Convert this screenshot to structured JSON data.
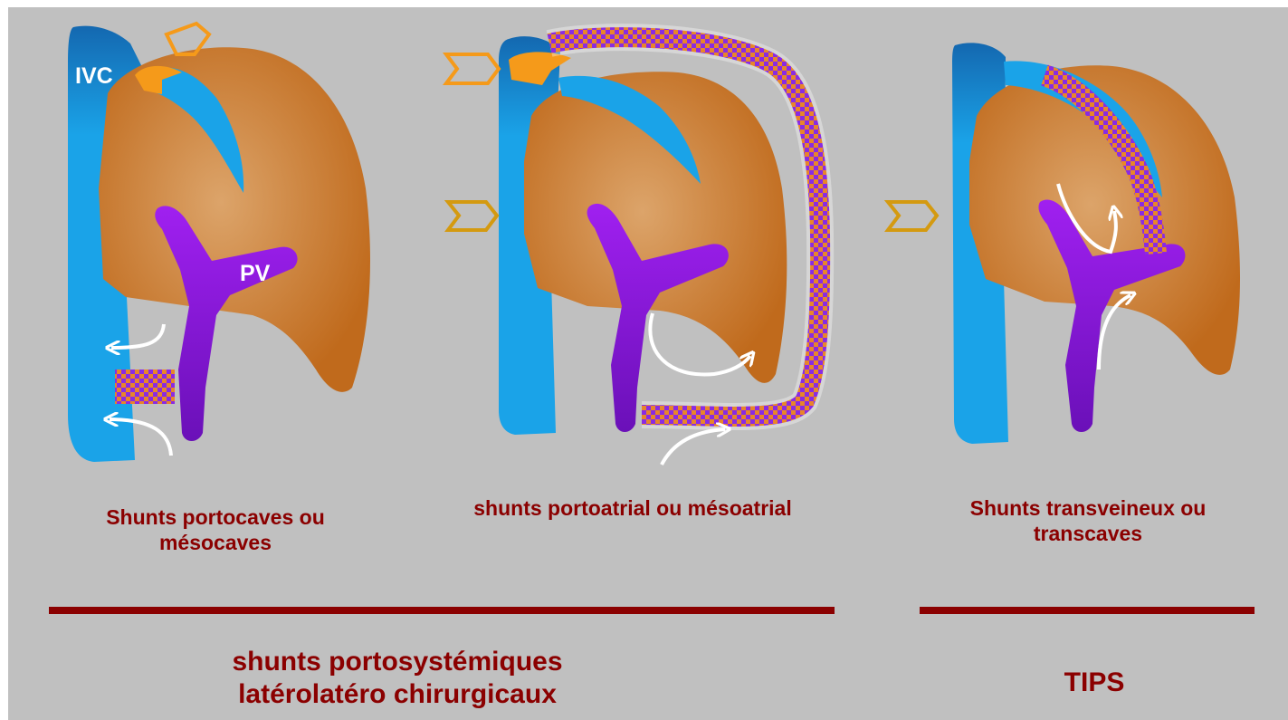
{
  "labels": {
    "ivc": "IVC",
    "pv": "PV"
  },
  "captions": {
    "panel1": "Shunts portocaves ou mésocaves",
    "panel2": "shunts portoatrial ou mésoatrial",
    "panel3": "Shunts transveineux ou transcaves",
    "group_left": "shunts portosystémiques latérolatéro chirurgicaux",
    "group_right": "TIPS"
  },
  "colors": {
    "background": "#c0c0c0",
    "liver": "#c87a3a",
    "liver_light": "#dba067",
    "vena_cava": "#1aa3e8",
    "vena_cava_dark": "#1473b8",
    "portal_vein": "#8e00e0",
    "atrium": "#f59a1a",
    "caption": "#8b0000",
    "arrow": "#ffffff",
    "chevron": "#d49a10"
  }
}
